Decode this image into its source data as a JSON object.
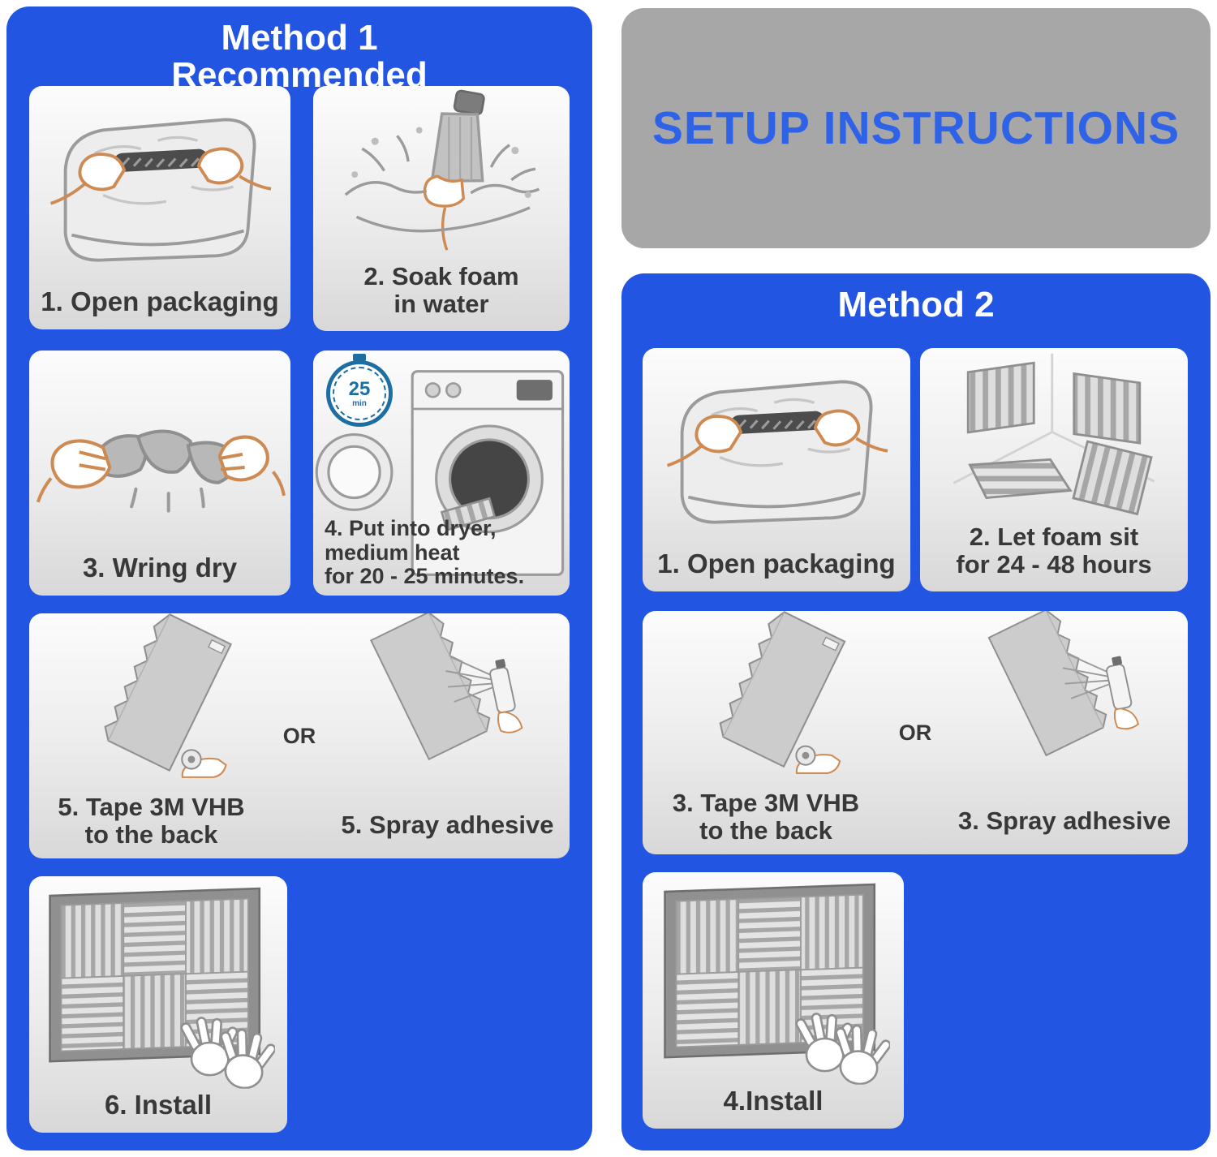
{
  "colors": {
    "panel_blue": "#2355E3",
    "header_gray": "#A7A7A7",
    "heading_blue": "#2E63E7",
    "card_light": "#F5F5F5",
    "label_dark": "#383838",
    "stopwatch_blue": "#1D6FA3"
  },
  "header": {
    "title": "SETUP INSTRUCTIONS"
  },
  "method1": {
    "title_line1": "Method 1",
    "title_line2": "Recommended",
    "steps": {
      "open_packaging": {
        "label": "1. Open packaging"
      },
      "soak": {
        "line1": "2. Soak foam",
        "line2": "in water"
      },
      "wring": {
        "label": "3. Wring dry"
      },
      "dryer": {
        "line1": "4. Put into dryer,",
        "line2": "medium heat",
        "line3": "for 20 - 25 minutes.",
        "timer_value": "25",
        "timer_unit": "min"
      },
      "tape": {
        "line1": "5. Tape 3M VHB",
        "line2": "to the back"
      },
      "or_label": "OR",
      "spray": {
        "label": "5. Spray adhesive"
      },
      "install": {
        "label": "6. Install"
      }
    }
  },
  "method2": {
    "title": "Method 2",
    "steps": {
      "open_packaging": {
        "label": "1. Open packaging"
      },
      "foam_sit": {
        "line1": "2. Let foam sit",
        "line2": "for 24 - 48 hours"
      },
      "tape": {
        "line1": "3. Tape 3M VHB",
        "line2": "to the back"
      },
      "or_label": "OR",
      "spray": {
        "label": "3. Spray adhesive"
      },
      "install": {
        "label": "4.Install"
      }
    }
  }
}
